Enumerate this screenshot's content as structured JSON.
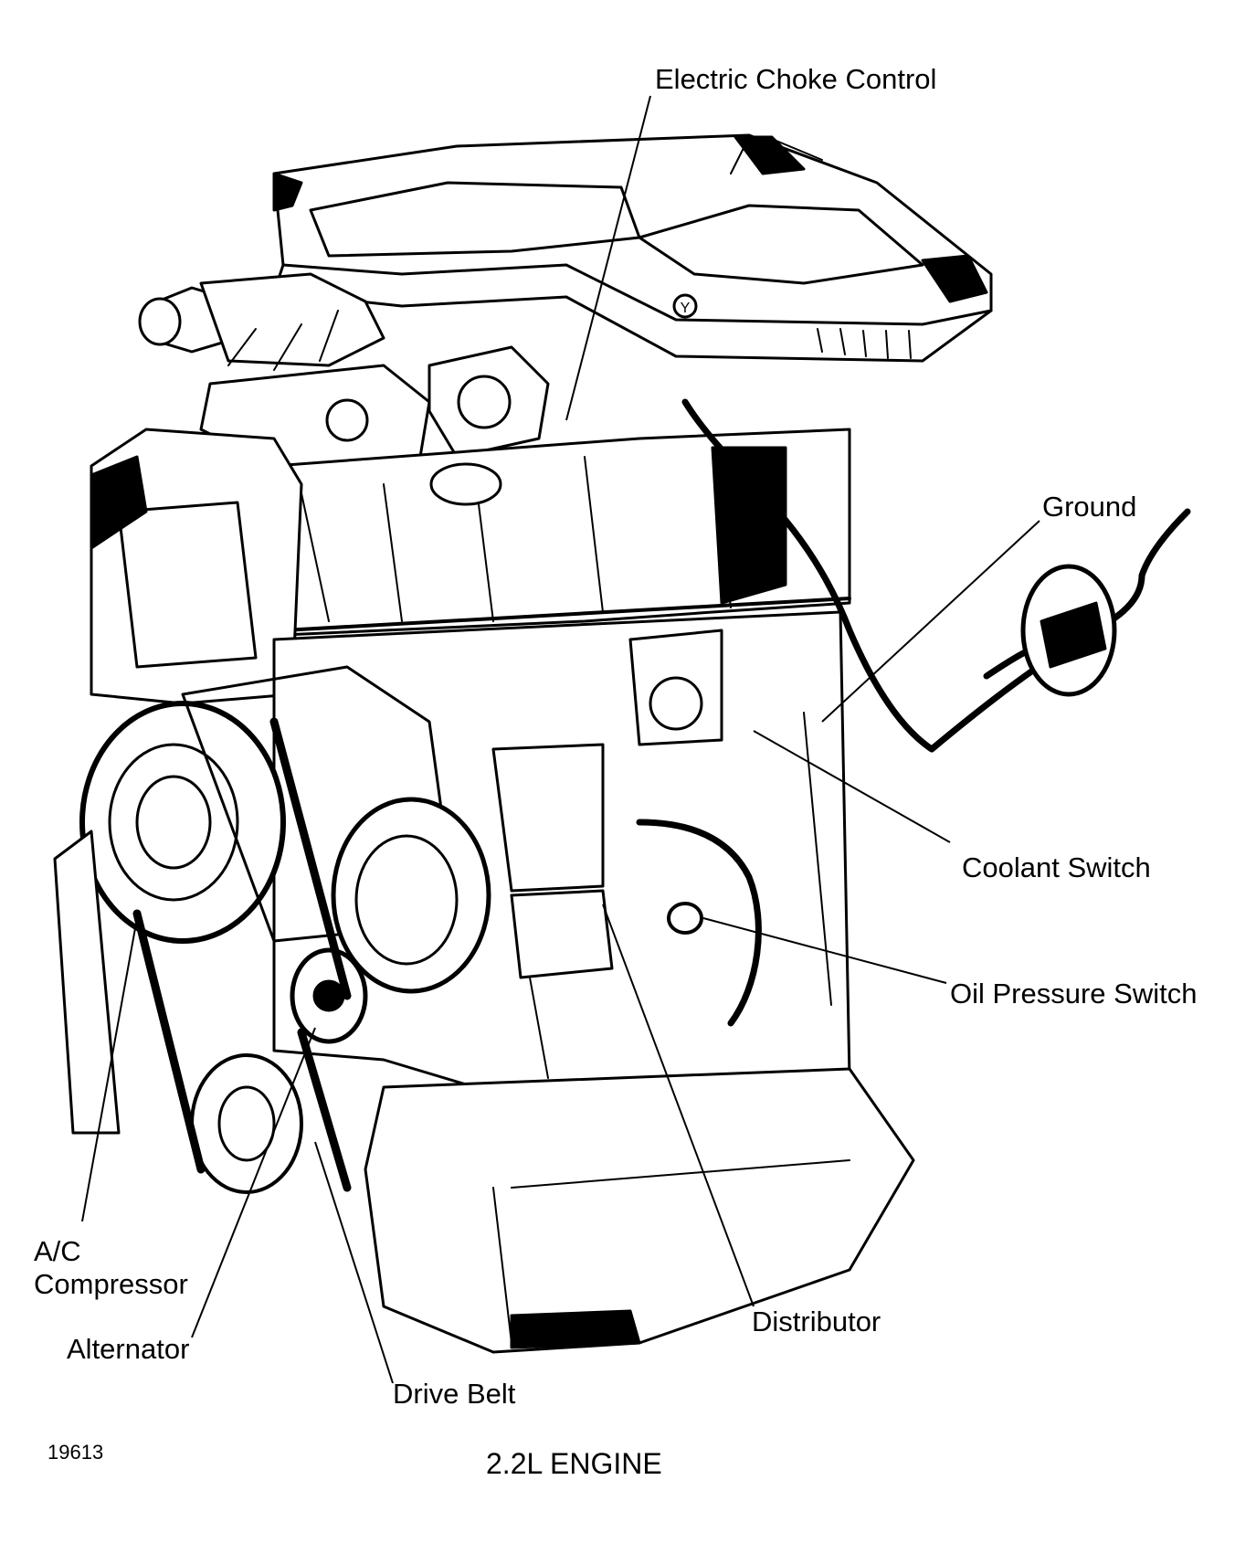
{
  "labels": {
    "electric_choke_control": "Electric Choke Control",
    "ground": "Ground",
    "coolant_switch": "Coolant Switch",
    "oil_pressure_switch": "Oil Pressure Switch",
    "ac_compressor_line1": "A/C",
    "ac_compressor_line2": "Compressor",
    "alternator": "Alternator",
    "drive_belt": "Drive Belt",
    "distributor": "Distributor"
  },
  "figure_number": "19613",
  "caption": "2.2L ENGINE",
  "valve_cover_mark": "Y"
}
